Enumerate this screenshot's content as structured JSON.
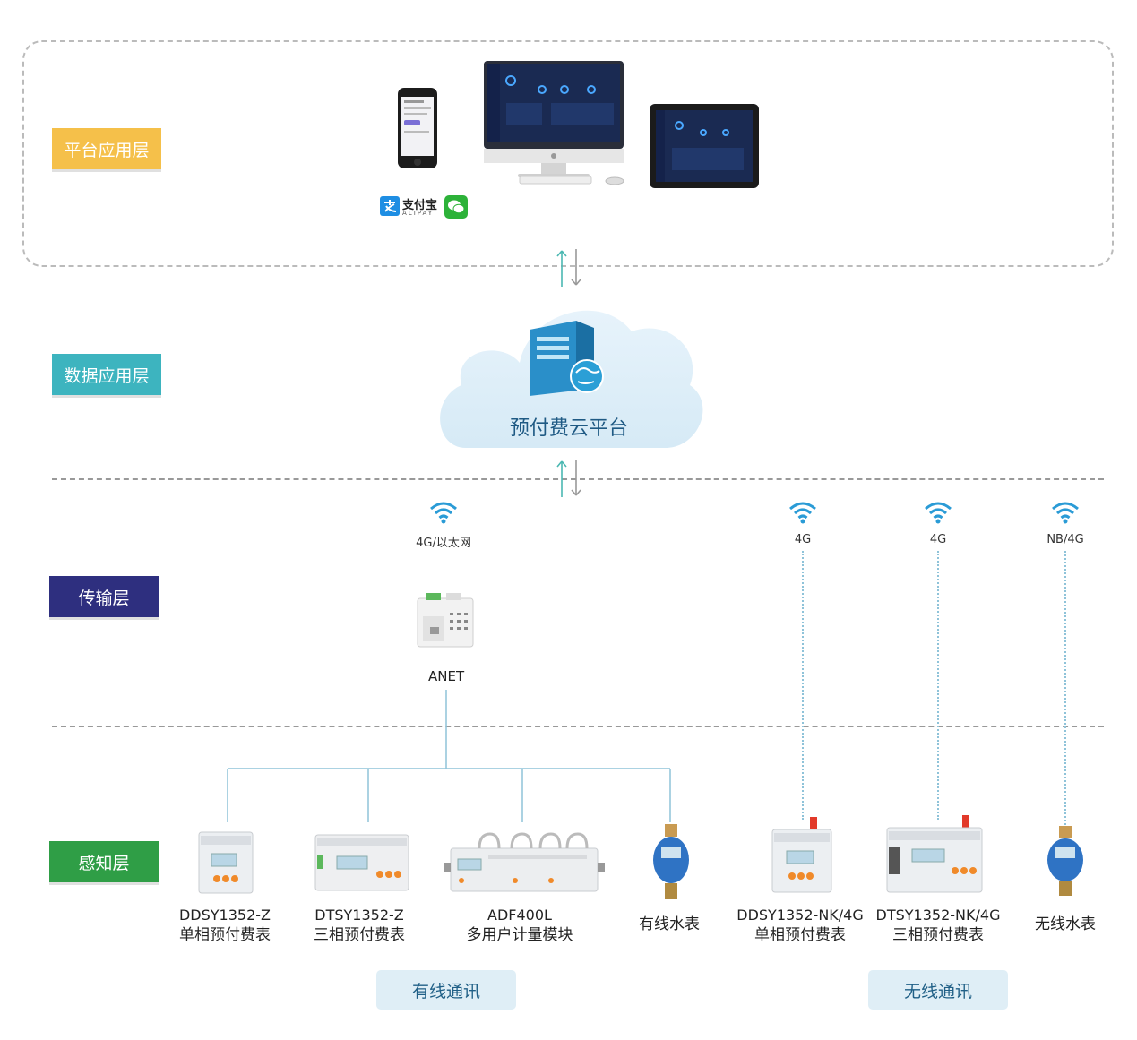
{
  "layers": {
    "platform": "平台应用层",
    "data": "数据应用层",
    "transport": "传输层",
    "perception": "感知层"
  },
  "cloud": {
    "label": "预付费云平台"
  },
  "payment": {
    "alipay_cn": "支付宝",
    "alipay_en": "ALIPAY"
  },
  "network": {
    "anet_link": "4G/以太网",
    "anet_label": "ANET",
    "links": [
      "4G",
      "4G",
      "NB/4G"
    ]
  },
  "devices": [
    {
      "model": "DDSY1352-Z",
      "desc": "单相预付费表"
    },
    {
      "model": "DTSY1352-Z",
      "desc": "三相预付费表"
    },
    {
      "model": "ADF400L",
      "desc": "多用户计量模块"
    },
    {
      "model": "",
      "desc": "有线水表"
    },
    {
      "model": "DDSY1352-NK/4G",
      "desc": "单相预付费表"
    },
    {
      "model": "DTSY1352-NK/4G",
      "desc": "三相预付费表"
    },
    {
      "model": "",
      "desc": "无线水表"
    }
  ],
  "groups": {
    "wired": "有线通讯",
    "wireless": "无线通讯"
  },
  "colors": {
    "platform_tag": "#f5c04a",
    "data_tag": "#3db4bf",
    "transport_tag": "#2e2f7f",
    "perception_tag": "#2f9e46",
    "line": "#8fc3d9",
    "arrow_up": "#4bb8b2",
    "arrow_down": "#999999"
  }
}
